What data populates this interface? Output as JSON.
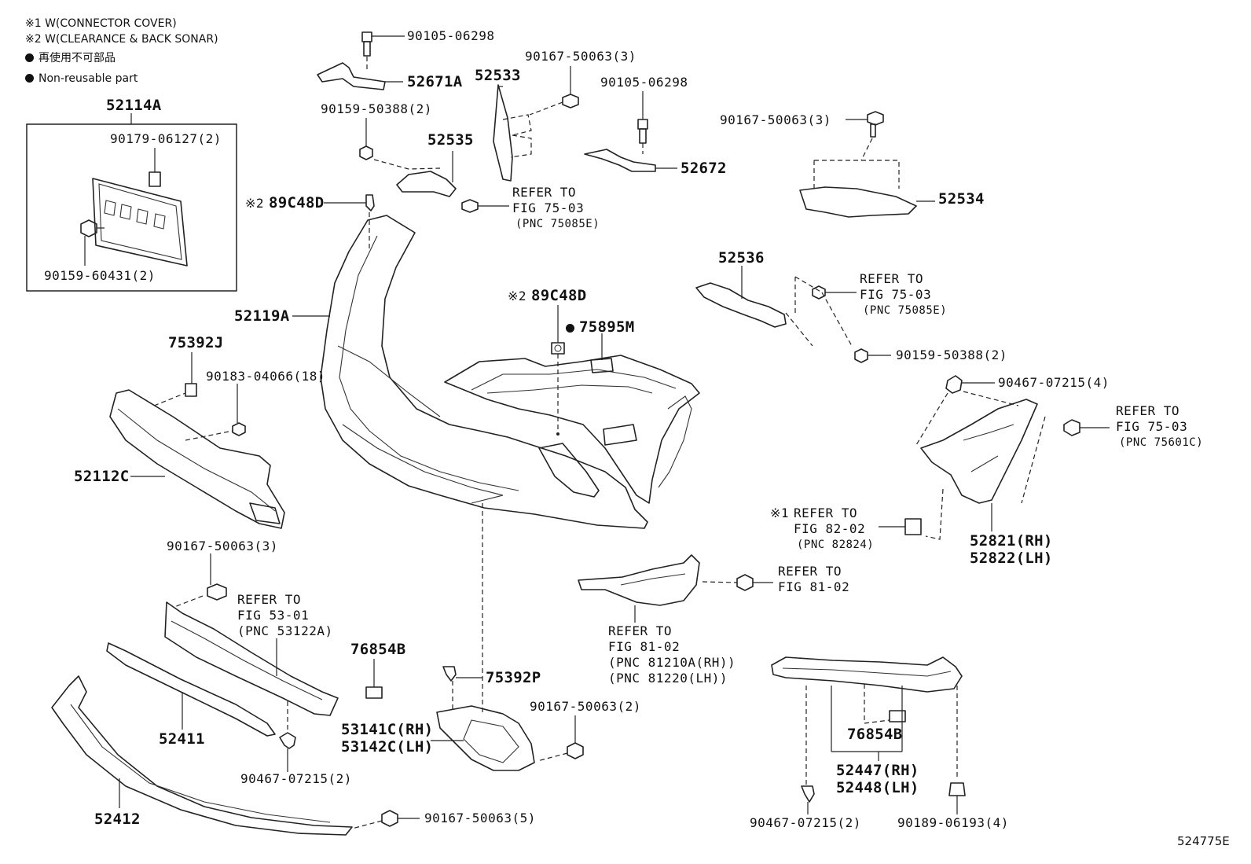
{
  "legend": {
    "note1": "※1 W(CONNECTOR COVER)",
    "note2": "※2 W(CLEARANCE & BACK SONAR)",
    "non_reusable_jp": "再使用不可部品",
    "non_reusable_en": "Non-reusable part"
  },
  "labels": {
    "p52114A": "52114A",
    "p90179_06127": "90179-06127(2)",
    "p90159_60431": "90159-60431(2)",
    "p90105_06298_a": "90105-06298",
    "p52671A": "52671A",
    "p90159_50388_a": "90159-50388(2)",
    "p52535": "52535",
    "p52533": "52533",
    "p90167_50063_a": "90167-50063(3)",
    "p90105_06298_b": "90105-06298",
    "p52672": "52672",
    "p90167_50063_b": "90167-50063(3)",
    "p52534": "52534",
    "p89C48D_a_mark": "※2",
    "p89C48D_a": "89C48D",
    "refer_75_03_a_1": "REFER TO",
    "refer_75_03_a_2": "FIG 75-03",
    "refer_75_03_a_3": "(PNC 75085E)",
    "p52119A": "52119A",
    "p89C48D_b_mark": "※2",
    "p89C48D_b": "89C48D",
    "p75895M": "75895M",
    "p52536": "52536",
    "refer_75_03_b_1": "REFER TO",
    "refer_75_03_b_2": "FIG 75-03",
    "refer_75_03_b_3": "(PNC 75085E)",
    "p90159_50388_b": "90159-50388(2)",
    "p75392J": "75392J",
    "p90183_04066": "90183-04066(18)",
    "p52112C": "52112C",
    "p90467_07215_a": "90467-07215(4)",
    "refer_75_03_c_1": "REFER TO",
    "refer_75_03_c_2": "FIG 75-03",
    "refer_75_03_c_3": "(PNC 75601C)",
    "refer_82_02_mark": "※1",
    "refer_82_02_1": "REFER TO",
    "refer_82_02_2": "FIG 82-02",
    "refer_82_02_3": "(PNC 82824)",
    "p52821": "52821(RH)",
    "p52822": "52822(LH)",
    "refer_81_02_a_1": "REFER TO",
    "refer_81_02_a_2": "FIG 81-02",
    "refer_81_02_b_1": "REFER TO",
    "refer_81_02_b_2": "FIG 81-02",
    "refer_81_02_b_3": "(PNC 81210A(RH))",
    "refer_81_02_b_4": "(PNC 81220(LH))",
    "p90167_50063_c": "90167-50063(3)",
    "refer_53_01_1": "REFER TO",
    "refer_53_01_2": "FIG 53-01",
    "refer_53_01_3": "(PNC 53122A)",
    "p76854B_a": "76854B",
    "p75392P": "75392P",
    "p53141C": "53141C(RH)",
    "p53142C": "53142C(LH)",
    "p90167_50063_d": "90167-50063(2)",
    "p52411": "52411",
    "p90467_07215_b": "90467-07215(2)",
    "p52412": "52412",
    "p90167_50063_e": "90167-50063(5)",
    "p76854B_b": "76854B",
    "p52447": "52447(RH)",
    "p52448": "52448(LH)",
    "p90467_07215_c": "90467-07215(2)",
    "p90189_06193": "90189-06193(4)",
    "diagram_id": "524775E"
  }
}
